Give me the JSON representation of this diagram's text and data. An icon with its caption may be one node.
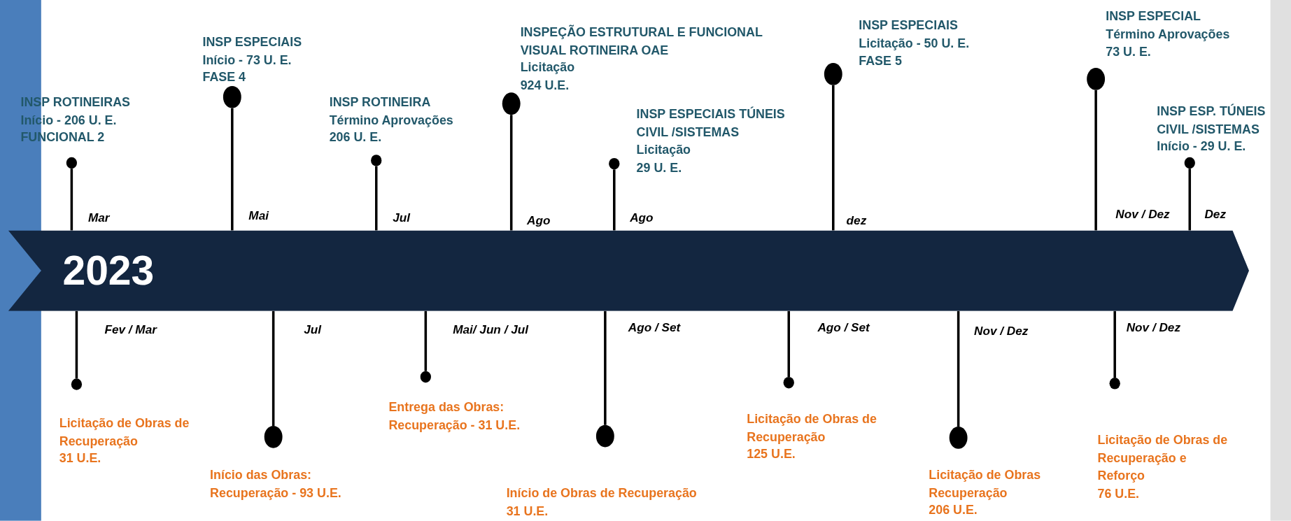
{
  "diagram": {
    "nodes": [
      {
        "text": [
          "2023"
        ]
      },
      {
        "text": [
          "INSP ROTINEIRAS",
          "Início - 206 U. E.",
          "FUNCIONAL 2"
        ]
      },
      {
        "text": [
          "INSP ESPECIAIS",
          "Início - 73 U. E.",
          "FASE 4"
        ]
      },
      {
        "text": [
          "INSP ROTINEIRA",
          "Término Aprovações",
          "206 U. E."
        ]
      },
      {
        "text": [
          "INSPEÇÃO ESTRUTURAL E FUNCIONAL VISUAL ROTINEIRA OAE",
          "Licitação",
          "924 U.E."
        ]
      },
      {
        "text": [
          "INSP ESPECIAIS TÚNEIS CIVIL /SISTEMAS",
          "Licitação",
          "29 U. E."
        ]
      },
      {
        "text": [
          "INSP ESPECIAIS",
          "Licitação - 50 U. E.",
          "FASE 5"
        ]
      },
      {
        "text": [
          "INSP ESPECIAL",
          "Término Aprovações",
          "73 U. E."
        ]
      },
      {
        "text": [
          "INSP ESP. TÚNEIS CIVIL /SISTEMAS",
          "Início - 29 U. E."
        ]
      },
      {
        "text": [
          "Licitação de Obras de Recuperação",
          "31 U.E."
        ]
      },
      {
        "text": [
          "Início das Obras:",
          "Recuperação - 93 U.E."
        ]
      },
      {
        "text": [
          "Entrega das Obras:",
          "Recuperação - 31 U.E."
        ]
      },
      {
        "text": [
          "Início de Obras de Recuperação",
          "31 U.E."
        ]
      },
      {
        "text": [
          "Licitação de Obras de Recuperação",
          "125 U.E."
        ]
      },
      {
        "text": [
          "Licitação de Obras Recuperação",
          "206 U.E."
        ]
      },
      {
        "text": [
          "Licitação de Obras de Recuperação e Reforço",
          "76 U.E."
        ]
      },
      {
        "text": [],
        "shape": "circle"
      },
      {
        "text": [],
        "shape": "circle"
      },
      {
        "text": [],
        "shape": "circle"
      },
      {
        "text": [],
        "shape": "circle"
      },
      {
        "text": [],
        "shape": "circle"
      },
      {
        "text": [],
        "shape": "circle"
      },
      {
        "text": [],
        "shape": "circle"
      },
      {
        "text": [],
        "shape": "circle"
      },
      {
        "text": [],
        "shape": "circle"
      },
      {
        "text": [],
        "shape": "circle"
      },
      {
        "text": [],
        "shape": "circle"
      },
      {
        "text": [],
        "shape": "circle"
      },
      {
        "text": [],
        "shape": "circle"
      },
      {
        "text": [],
        "shape": "circle"
      },
      {
        "text": [],
        "shape": "circle"
      }
    ],
    "edges": [
      {
        "from": 0,
        "to": 16,
        "arrow": "none"
      },
      {
        "from": 0,
        "to": 17,
        "arrow": "none"
      },
      {
        "from": 0,
        "to": 18,
        "arrow": "none"
      },
      {
        "from": 0,
        "to": 19,
        "arrow": "none"
      },
      {
        "from": 0,
        "to": 20,
        "arrow": "none"
      },
      {
        "from": 0,
        "to": 21,
        "arrow": "none"
      },
      {
        "from": 0,
        "to": 22,
        "arrow": "none"
      },
      {
        "from": 0,
        "to": 23,
        "arrow": "none"
      },
      {
        "from": 0,
        "to": 24,
        "arrow": "none"
      },
      {
        "from": 0,
        "to": 25,
        "arrow": "none"
      },
      {
        "from": 0,
        "to": 26,
        "arrow": "none"
      },
      {
        "from": 0,
        "to": 27,
        "arrow": "none"
      },
      {
        "from": 0,
        "to": 28,
        "arrow": "none"
      },
      {
        "from": 0,
        "to": 29,
        "arrow": "none"
      },
      {
        "from": 0,
        "to": 30,
        "arrow": "none"
      }
    ],
    "labels": [
      "Mar",
      "Mai",
      "Jul",
      "Ago",
      "Ago",
      "dez",
      "Nov / Dez",
      "Dez",
      "Fev / Mar",
      "Jul",
      "Mai/ Jun / Jul",
      "Ago / Set",
      "Ago / Set",
      "Nov / Dez",
      "Nov / Dez"
    ]
  }
}
